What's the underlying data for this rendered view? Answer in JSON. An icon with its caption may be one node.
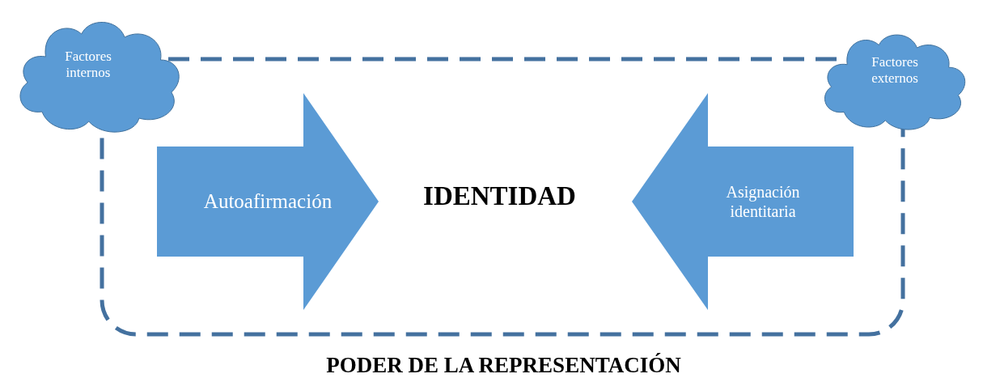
{
  "diagram": {
    "nodes": [
      {
        "text": [
          "PODER DE LA REPRESENTACIÓN"
        ]
      },
      {
        "text": [
          "Factores internos"
        ]
      },
      {
        "text": [
          "Factores externos"
        ]
      },
      {
        "text": [
          "Autoafirmación"
        ],
        "in": 0
      },
      {
        "text": [
          "IDENTIDAD"
        ],
        "in": 0
      },
      {
        "text": [
          "Asignación identitaria"
        ],
        "in": 0
      }
    ]
  }
}
